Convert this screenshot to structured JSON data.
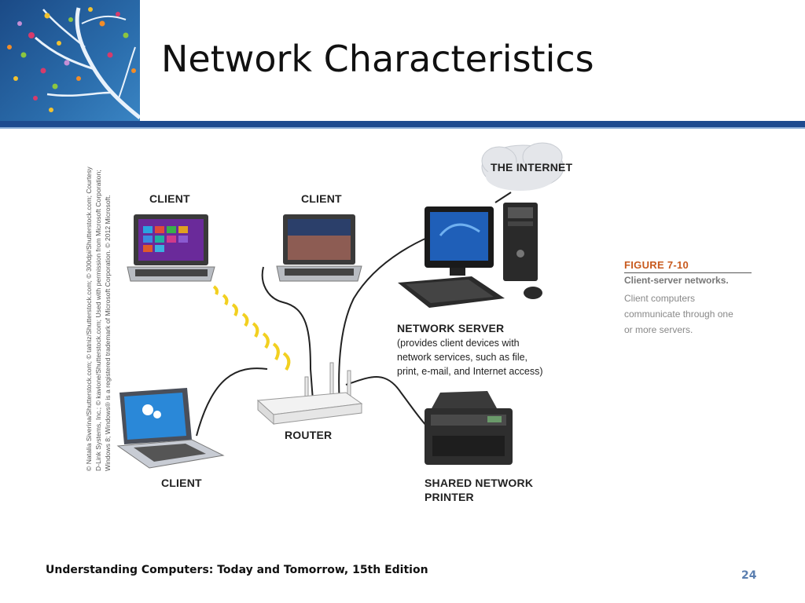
{
  "slide": {
    "title": "Network Characteristics",
    "footer": "Understanding Computers: Today and Tomorrow, 15th Edition",
    "page_number": "24"
  },
  "figure": {
    "labels": {
      "internet": "THE INTERNET",
      "client_left": "CLIENT",
      "client_mid": "CLIENT",
      "client_bottom": "CLIENT",
      "network_server": "NETWORK SERVER",
      "router": "ROUTER",
      "printer_line1": "SHARED NETWORK",
      "printer_line2": "PRINTER"
    },
    "server_description": [
      "(provides client devices with",
      "network services, such as file,",
      "print, e-mail, and Internet access)"
    ],
    "credit_lines": [
      "© Natalia Siverina/Shutterstock.com; © tatniz/Shutterstock.com; © 300dpi/Shutterstock.com; Courtesy",
      "D-Link Systems, Inc.; © kavione/Shutterstock.com; Used with permission from Microsoft Corporation;",
      "Windows 8; Windows® is a registered trademark of Microsoft Corporation. © 2012 Microsoft."
    ],
    "caption": {
      "figure_label": "FIGURE 7-10",
      "title": "Client-server networks.",
      "text": "Client computers\ncommunicate through one\nor more servers."
    }
  },
  "colors": {
    "header_band": "#1e4b8f",
    "figure_label": "#c85a1e",
    "page_number": "#5b7fb0"
  }
}
